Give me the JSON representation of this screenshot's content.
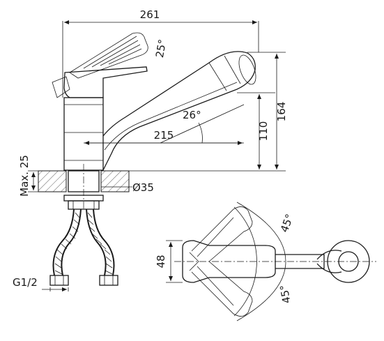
{
  "dimensions": {
    "total_length": "261",
    "spout_length": "215",
    "height_total": "164",
    "height_spout": "110",
    "lever_angle": "25°",
    "spout_angle": "26°",
    "deck_max": "Max. 25",
    "hole_diameter": "Ø35",
    "inlet_thread": "G1/2",
    "base_width": "48",
    "rotation_angle_top": "45°",
    "rotation_angle_bottom": "45°"
  }
}
